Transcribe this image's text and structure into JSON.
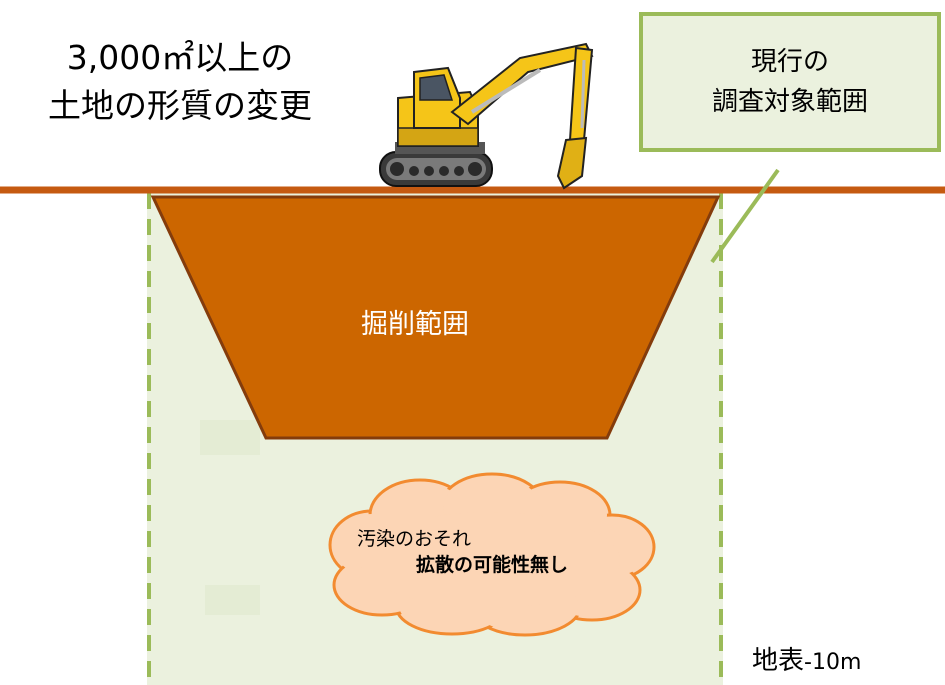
{
  "title": {
    "line1": "3,000㎡以上の",
    "line2": "土地の形質の変更"
  },
  "callout": {
    "line1": "現行の",
    "line2": "調査対象範囲"
  },
  "excavation_label": "掘削範囲",
  "contamination": {
    "line1": "汚染のおそれ",
    "line2": "拡散の可能性無し"
  },
  "depth_label": {
    "prefix": "地表",
    "value": "-10m"
  },
  "icons": [
    "excavator-icon",
    "contamination-cloud-icon"
  ],
  "colors": {
    "ground_line": "#c55a11",
    "excavation_fill": "#cc6600",
    "excavation_stroke": "#843c0c",
    "survey_area_fill": "#ebf1de",
    "survey_area_border": "#9bbb59",
    "cloud_fill": "#fcd5b5",
    "cloud_stroke": "#f28b30",
    "excavator_body": "#f5c518"
  }
}
